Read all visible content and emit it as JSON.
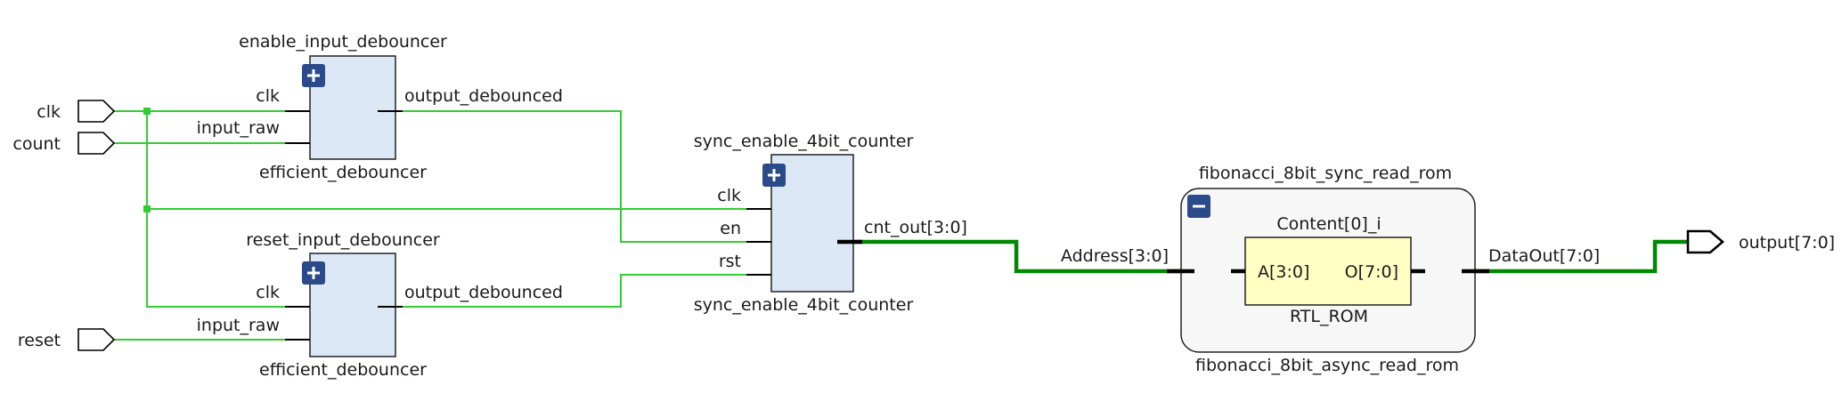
{
  "inputs": {
    "clk": "clk",
    "count": "count",
    "reset": "reset"
  },
  "output": {
    "label": "output[7:0]"
  },
  "enable_debouncer": {
    "instance": "enable_input_debouncer",
    "module": "efficient_debouncer",
    "pin_clk": "clk",
    "pin_in": "input_raw",
    "pin_out": "output_debounced"
  },
  "reset_debouncer": {
    "instance": "reset_input_debouncer",
    "module": "efficient_debouncer",
    "pin_clk": "clk",
    "pin_in": "input_raw",
    "pin_out": "output_debounced"
  },
  "counter": {
    "instance": "sync_enable_4bit_counter",
    "module": "sync_enable_4bit_counter",
    "pin_clk": "clk",
    "pin_en": "en",
    "pin_rst": "rst",
    "pin_out": "cnt_out[3:0]"
  },
  "rom": {
    "instance": "fibonacci_8bit_sync_read_rom",
    "module": "fibonacci_8bit_async_read_rom",
    "pin_addr": "Address[3:0]",
    "pin_data": "DataOut[7:0]",
    "inner_instance": "Content[0]_i",
    "inner_module": "RTL_ROM",
    "inner_a": "A[3:0]",
    "inner_o": "O[7:0]"
  },
  "colors": {
    "wire": "#33cc33",
    "bus": "#008800",
    "block": "#dde8f6",
    "rom_cell": "#ffffc4",
    "container": "#f7f7f7"
  }
}
